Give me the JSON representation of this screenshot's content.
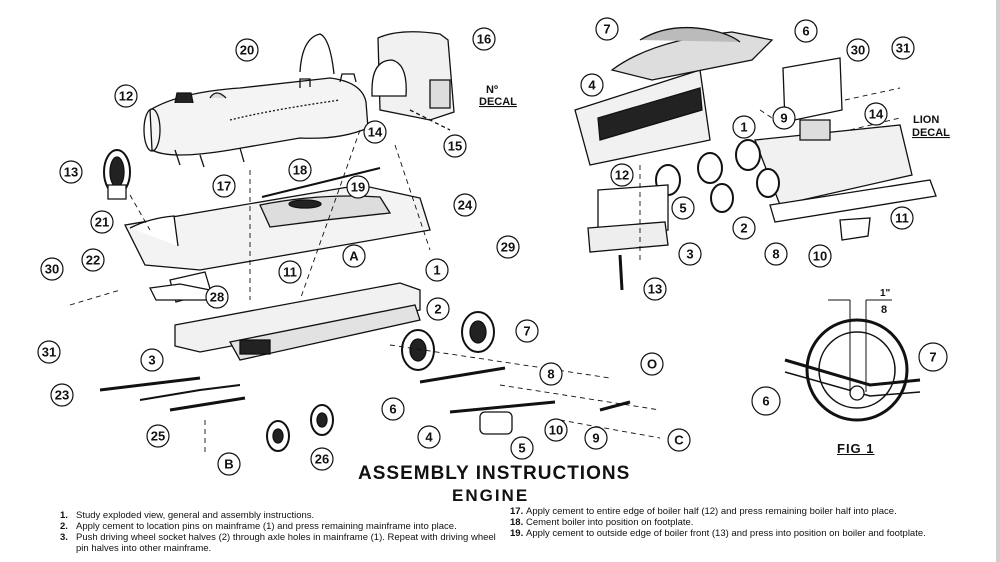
{
  "title": "ASSEMBLY INSTRUCTIONS",
  "subtitle": "ENGINE",
  "decals": {
    "number_line1": "Nº",
    "number_line2": "DECAL",
    "lion_line1": "LION",
    "lion_line2": "DECAL"
  },
  "figure": {
    "label": "FIG 1",
    "dimension_top": "1\"",
    "dimension_bottom": "8"
  },
  "engine_callouts": [
    "20",
    "16",
    "12",
    "14",
    "15",
    "13",
    "17",
    "18",
    "19",
    "21",
    "24",
    "29",
    "22",
    "11",
    "A",
    "1",
    "30",
    "28",
    "31",
    "2",
    "7",
    "3",
    "23",
    "O",
    "8",
    "6",
    "25",
    "4",
    "5",
    "10",
    "9",
    "C",
    "26",
    "B"
  ],
  "tender_callouts": [
    "7",
    "6",
    "30",
    "31",
    "4",
    "1",
    "9",
    "14",
    "12",
    "5",
    "2",
    "8",
    "3",
    "10",
    "11",
    "13"
  ],
  "fig_callouts": [
    "6",
    "7"
  ],
  "steps_left": [
    {
      "num": "1.",
      "text": "Study exploded view, general and assembly instructions."
    },
    {
      "num": "2.",
      "text": "Apply cement to location pins on mainframe (1) and press remaining mainframe into place."
    },
    {
      "num": "3.",
      "text": "Push driving wheel socket halves (2) through axle holes in mainframe (1). Repeat with driving wheel pin halves into other mainframe."
    }
  ],
  "steps_right": [
    {
      "num": "17.",
      "text": "Apply cement to entire edge of boiler half (12) and press remaining boiler half into place."
    },
    {
      "num": "18.",
      "text": "Cement boiler into position on footplate."
    },
    {
      "num": "19.",
      "text": "Apply cement to outside edge of boiler front (13) and press into position on boiler and footplate."
    }
  ]
}
